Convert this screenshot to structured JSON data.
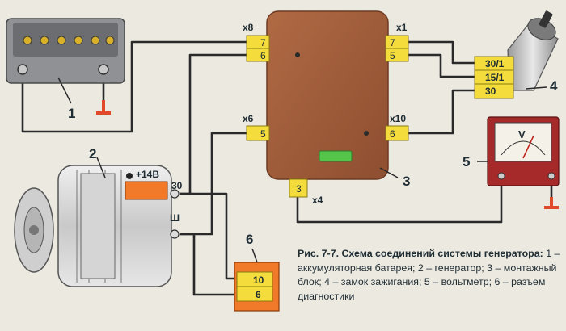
{
  "diagram": {
    "callouts": {
      "battery": "1",
      "generator": "2",
      "mounting_block": "3",
      "ignition_lock": "4",
      "voltmeter": "5",
      "diag_connector": "6"
    },
    "connectors": {
      "x8": {
        "label": "x8",
        "pins": [
          "7",
          "6"
        ]
      },
      "x1": {
        "label": "x1",
        "pins": [
          "7",
          "5"
        ]
      },
      "x6": {
        "label": "x6",
        "pins": [
          "5"
        ]
      },
      "x10": {
        "label": "x10",
        "pins": [
          "6"
        ]
      },
      "x4": {
        "label": "x4",
        "pins": [
          "3"
        ]
      }
    },
    "ignition_terminals": [
      "30/1",
      "15/1",
      "30"
    ],
    "generator_terminals": {
      "plus14": "+14В",
      "t30": "30",
      "tsh": "Ш"
    },
    "diag_pins": [
      "10",
      "6"
    ],
    "voltmeter_symbol": "V"
  },
  "caption": {
    "lead": "Рис. 7-7. Схема соединений системы генератора:",
    "body": " 1 – аккумуляторная батарея; 2 – генератор; 3 – монтажный блок; 4 – замок зажигания; 5 – вольтметр; 6 – разъем диагностики"
  },
  "colors": {
    "background": "#ece9e1",
    "wire": "#2a2a2a",
    "mounting_block": "#9a5a3a",
    "connector": "#f3dc3c",
    "diag_connector": "#f07a2a",
    "voltmeter_body": "#a62a2a",
    "fuse": "#55c44a",
    "ground": "#e04a2a"
  }
}
